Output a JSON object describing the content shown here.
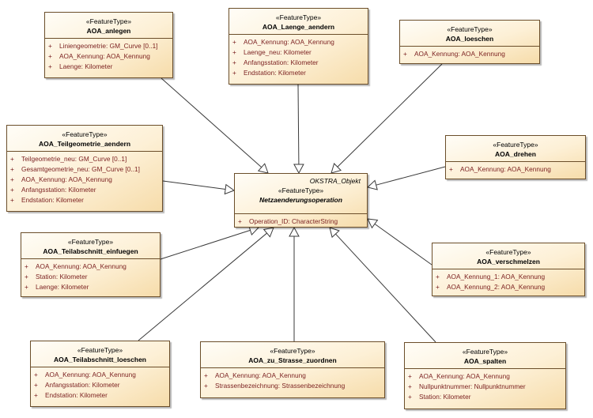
{
  "classes": {
    "netz": {
      "package": "OKSTRA_Objekt",
      "stereotype": "«FeatureType»",
      "name": "Netzaenderungsoperation",
      "attributes": [
        {
          "vis": "+",
          "text": "Operation_ID: CharacterString"
        }
      ]
    },
    "anlegen": {
      "stereotype": "«FeatureType»",
      "name": "AOA_anlegen",
      "attributes": [
        {
          "vis": "+",
          "text": "Liniengeometrie: GM_Curve [0..1]"
        },
        {
          "vis": "+",
          "text": "AOA_Kennung: AOA_Kennung"
        },
        {
          "vis": "+",
          "text": "Laenge: Kilometer"
        }
      ]
    },
    "laenge": {
      "stereotype": "«FeatureType»",
      "name": "AOA_Laenge_aendern",
      "attributes": [
        {
          "vis": "+",
          "text": "AOA_Kennung: AOA_Kennung"
        },
        {
          "vis": "+",
          "text": "Laenge_neu: Kilometer"
        },
        {
          "vis": "+",
          "text": "Anfangsstation: Kilometer"
        },
        {
          "vis": "+",
          "text": "Endstation: Kilometer"
        }
      ]
    },
    "loeschen": {
      "stereotype": "«FeatureType»",
      "name": "AOA_loeschen",
      "attributes": [
        {
          "vis": "+",
          "text": "AOA_Kennung: AOA_Kennung"
        }
      ]
    },
    "teilgeo": {
      "stereotype": "«FeatureType»",
      "name": "AOA_Teilgeometrie_aendern",
      "attributes": [
        {
          "vis": "+",
          "text": "Teilgeometrie_neu: GM_Curve [0..1]"
        },
        {
          "vis": "+",
          "text": "Gesamtgeometrie_neu: GM_Curve [0..1]"
        },
        {
          "vis": "+",
          "text": "AOA_Kennung: AOA_Kennung"
        },
        {
          "vis": "+",
          "text": "Anfangsstation: Kilometer"
        },
        {
          "vis": "+",
          "text": "Endstation: Kilometer"
        }
      ]
    },
    "drehen": {
      "stereotype": "«FeatureType»",
      "name": "AOA_drehen",
      "attributes": [
        {
          "vis": "+",
          "text": "AOA_Kennung: AOA_Kennung"
        }
      ]
    },
    "einfuegen": {
      "stereotype": "«FeatureType»",
      "name": "AOA_Teilabschnitt_einfuegen",
      "attributes": [
        {
          "vis": "+",
          "text": "AOA_Kennung: AOA_Kennung"
        },
        {
          "vis": "+",
          "text": "Station: Kilometer"
        },
        {
          "vis": "+",
          "text": "Laenge: Kilometer"
        }
      ]
    },
    "verschmelzen": {
      "stereotype": "«FeatureType»",
      "name": "AOA_verschmelzen",
      "attributes": [
        {
          "vis": "+",
          "text": "AOA_Kennung_1: AOA_Kennung"
        },
        {
          "vis": "+",
          "text": "AOA_Kennung_2: AOA_Kennung"
        }
      ]
    },
    "tloeschen": {
      "stereotype": "«FeatureType»",
      "name": "AOA_Teilabschnitt_loeschen",
      "attributes": [
        {
          "vis": "+",
          "text": "AOA_Kennung: AOA_Kennung"
        },
        {
          "vis": "+",
          "text": "Anfangsstation: Kilometer"
        },
        {
          "vis": "+",
          "text": "Endstation: Kilometer"
        }
      ]
    },
    "strasse": {
      "stereotype": "«FeatureType»",
      "name": "AOA_zu_Strasse_zuordnen",
      "attributes": [
        {
          "vis": "+",
          "text": "AOA_Kennung: AOA_Kennung"
        },
        {
          "vis": "+",
          "text": "Strassenbezeichnung: Strassenbezeichnung"
        }
      ]
    },
    "spalten": {
      "stereotype": "«FeatureType»",
      "name": "AOA_spalten",
      "attributes": [
        {
          "vis": "+",
          "text": "AOA_Kennung: AOA_Kennung"
        },
        {
          "vis": "+",
          "text": "Nullpunktnummer: Nullpunktnummer"
        },
        {
          "vis": "+",
          "text": "Station: Kilometer"
        }
      ]
    }
  },
  "generalizations": [
    {
      "from": "anlegen",
      "to": "netz"
    },
    {
      "from": "laenge",
      "to": "netz"
    },
    {
      "from": "loeschen",
      "to": "netz"
    },
    {
      "from": "teilgeo",
      "to": "netz"
    },
    {
      "from": "drehen",
      "to": "netz"
    },
    {
      "from": "einfuegen",
      "to": "netz"
    },
    {
      "from": "verschmelzen",
      "to": "netz"
    },
    {
      "from": "tloeschen",
      "to": "netz"
    },
    {
      "from": "strasse",
      "to": "netz"
    },
    {
      "from": "spalten",
      "to": "netz"
    }
  ]
}
